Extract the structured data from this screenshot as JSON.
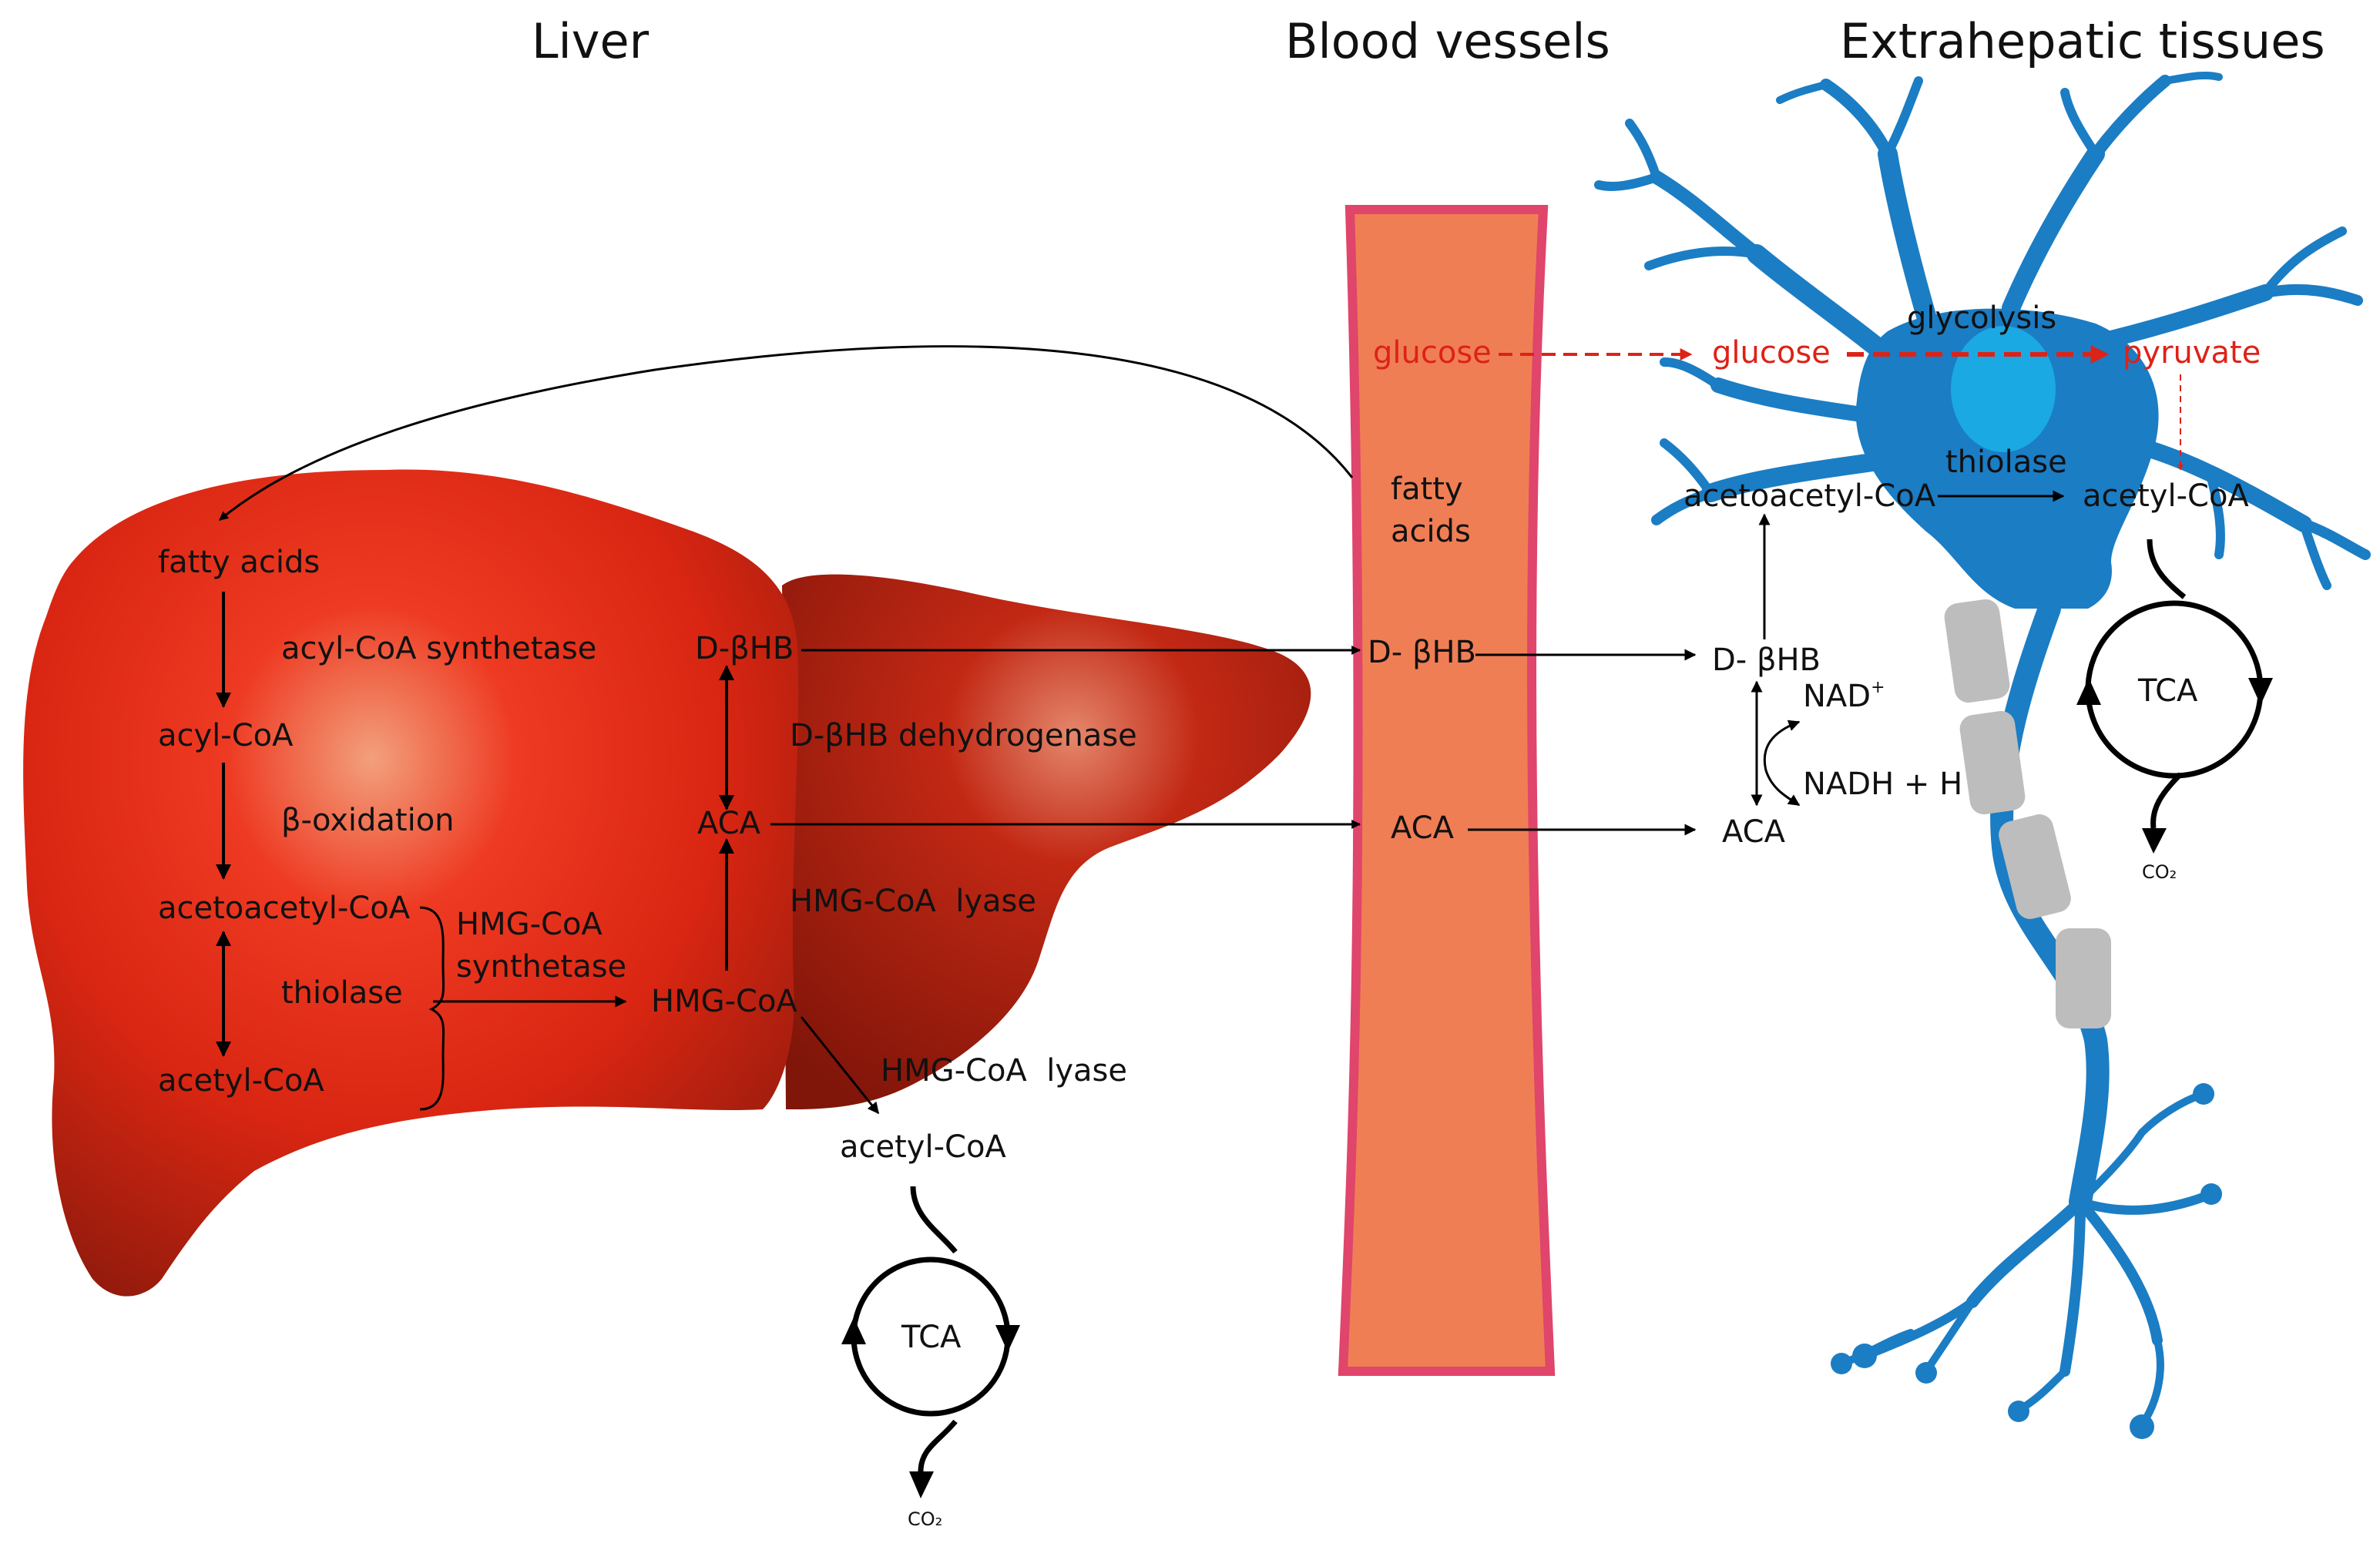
{
  "headers": {
    "liver": "Liver",
    "blood": "Blood vessels",
    "extra": "Extrahepatic tissues"
  },
  "liver": {
    "fatty_acids": "fatty acids",
    "acyl_coa_synthetase": "acyl-CoA synthetase",
    "acyl_coa": "acyl-CoA",
    "beta_oxidation": "β-oxidation",
    "acetoacetyl_coa": "acetoacetyl-CoA",
    "thiolase": "thiolase",
    "acetyl_coa": "acetyl-CoA",
    "hmg_synthetase_1": "HMG-CoA",
    "hmg_synthetase_2": "synthetase",
    "hmg_coa": "HMG-CoA",
    "dbhb": "D-βHB",
    "dbhb_dehydrogenase": "D-βHB dehydrogenase",
    "aca": "ACA",
    "hmg_lyase_upper": "HMG-CoA  lyase",
    "hmg_lyase_lower": "HMG-CoA  lyase",
    "acetyl_coa_out": "acetyl-CoA",
    "tca": "TCA",
    "co2": "CO₂"
  },
  "blood": {
    "glucose": "glucose",
    "fatty_1": "fatty",
    "fatty_2": "acids",
    "dbhb": "D- βHB",
    "aca": "ACA"
  },
  "tissue": {
    "glucose": "glucose",
    "glycolysis": "glycolysis",
    "pyruvate": "pyruvate",
    "thiolase": "thiolase",
    "acetoacetyl_coa": "acetoacetyl-CoA",
    "acetyl_coa": "acetyl-CoA",
    "dbhb": "D- βHB",
    "nad": "NAD",
    "nad_sup": "+",
    "nadh": "NADH + H",
    "aca": "ACA",
    "tca": "TCA",
    "co2": "CO₂"
  },
  "colors": {
    "liver_dark": "#8e1a0c",
    "liver_mid": "#c7260f",
    "liver_bright": "#ef2e18",
    "vessel_fill": "#f07e55",
    "vessel_edge": "#e0456b",
    "neuron": "#1b7dc4",
    "nucleus": "#1aa9e3",
    "myelin": "#bdbdbd",
    "glucose_path": "#dd2217"
  }
}
